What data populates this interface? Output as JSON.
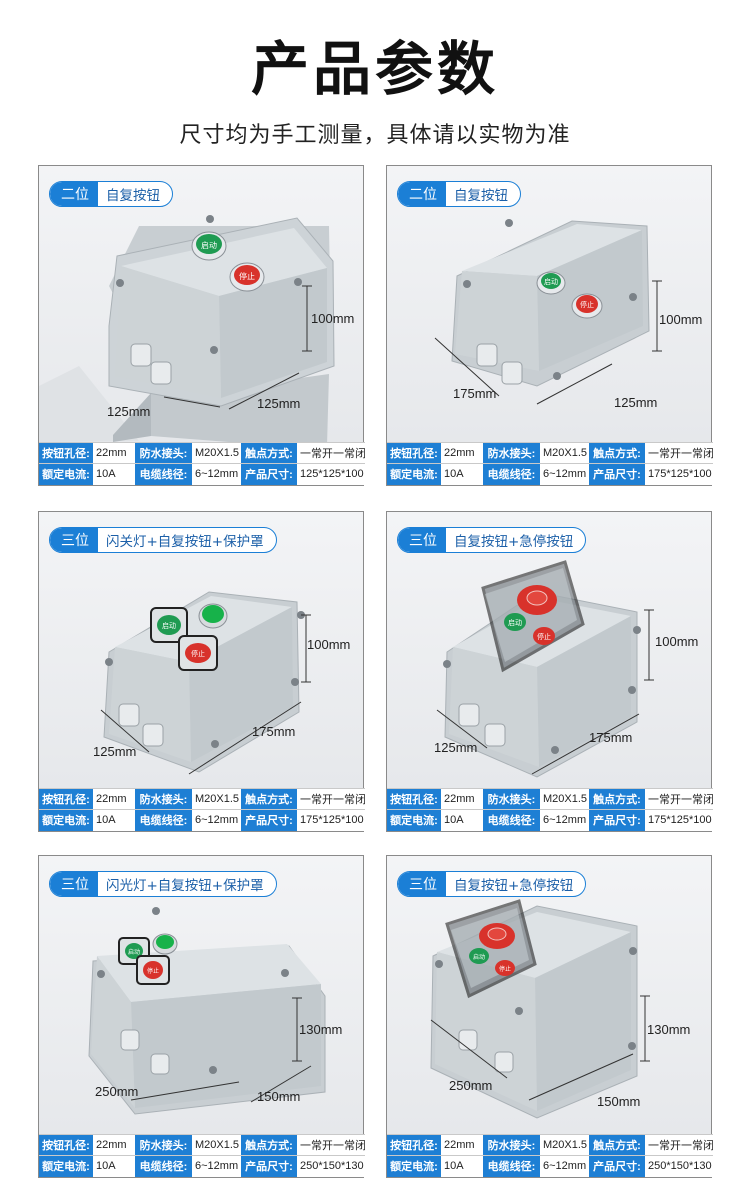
{
  "header": {
    "title": "产品参数",
    "subtitle": "尺寸均为手工测量，具体请以实物为准"
  },
  "spec_labels": {
    "hole": "按钮孔径:",
    "gland": "防水接头:",
    "contact": "触点方式:",
    "current": "额定电流:",
    "cable": "电缆线径:",
    "size": "产品尺寸:"
  },
  "cards": [
    {
      "level": "二位",
      "desc": "自复按钮",
      "dims": {
        "h": "100mm",
        "w": "125mm",
        "d": "125mm"
      },
      "buttons": [
        "启动",
        "停止"
      ],
      "specs": {
        "hole": "22mm",
        "gland": "M20X1.5",
        "contact": "一常开一常闭",
        "current": "10A",
        "cable": "6~12mm",
        "size": "125*125*100"
      }
    },
    {
      "level": "二位",
      "desc": "自复按钮",
      "dims": {
        "h": "100mm",
        "w": "175mm",
        "d": "125mm"
      },
      "buttons": [
        "启动",
        "停止"
      ],
      "specs": {
        "hole": "22mm",
        "gland": "M20X1.5",
        "contact": "一常开一常闭",
        "current": "10A",
        "cable": "6~12mm",
        "size": "175*125*100"
      }
    },
    {
      "level": "三位",
      "desc": "闪关灯+自复按钮+保护罩",
      "dims": {
        "h": "100mm",
        "w": "125mm",
        "d": "175mm"
      },
      "buttons": [
        "启动",
        "停止"
      ],
      "specs": {
        "hole": "22mm",
        "gland": "M20X1.5",
        "contact": "一常开一常闭",
        "current": "10A",
        "cable": "6~12mm",
        "size": "175*125*100"
      }
    },
    {
      "level": "三位",
      "desc": "自复按钮+急停按钮",
      "dims": {
        "h": "100mm",
        "w": "125mm",
        "d": "175mm"
      },
      "buttons": [
        "启动",
        "停止"
      ],
      "specs": {
        "hole": "22mm",
        "gland": "M20X1.5",
        "contact": "一常开一常闭",
        "current": "10A",
        "cable": "6~12mm",
        "size": "175*125*100"
      }
    },
    {
      "level": "三位",
      "desc": "闪光灯+自复按钮+保护罩",
      "dims": {
        "h": "130mm",
        "w": "250mm",
        "d": "150mm"
      },
      "buttons": [
        "启动",
        "停止"
      ],
      "specs": {
        "hole": "22mm",
        "gland": "M20X1.5",
        "contact": "一常开一常闭",
        "current": "10A",
        "cable": "6~12mm",
        "size": "250*150*130"
      }
    },
    {
      "level": "三位",
      "desc": "自复按钮+急停按钮",
      "dims": {
        "h": "130mm",
        "w": "250mm",
        "d": "150mm"
      },
      "buttons": [
        "启动",
        "停止"
      ],
      "specs": {
        "hole": "22mm",
        "gland": "M20X1.5",
        "contact": "一常开一常闭",
        "current": "10A",
        "cable": "6~12mm",
        "size": "250*150*130"
      }
    }
  ],
  "colors": {
    "accent_blue": "#1e7fd4",
    "start_green": "#1f9b52",
    "stop_red": "#d8322b",
    "enclosure_grey": "#c9cfd3"
  }
}
